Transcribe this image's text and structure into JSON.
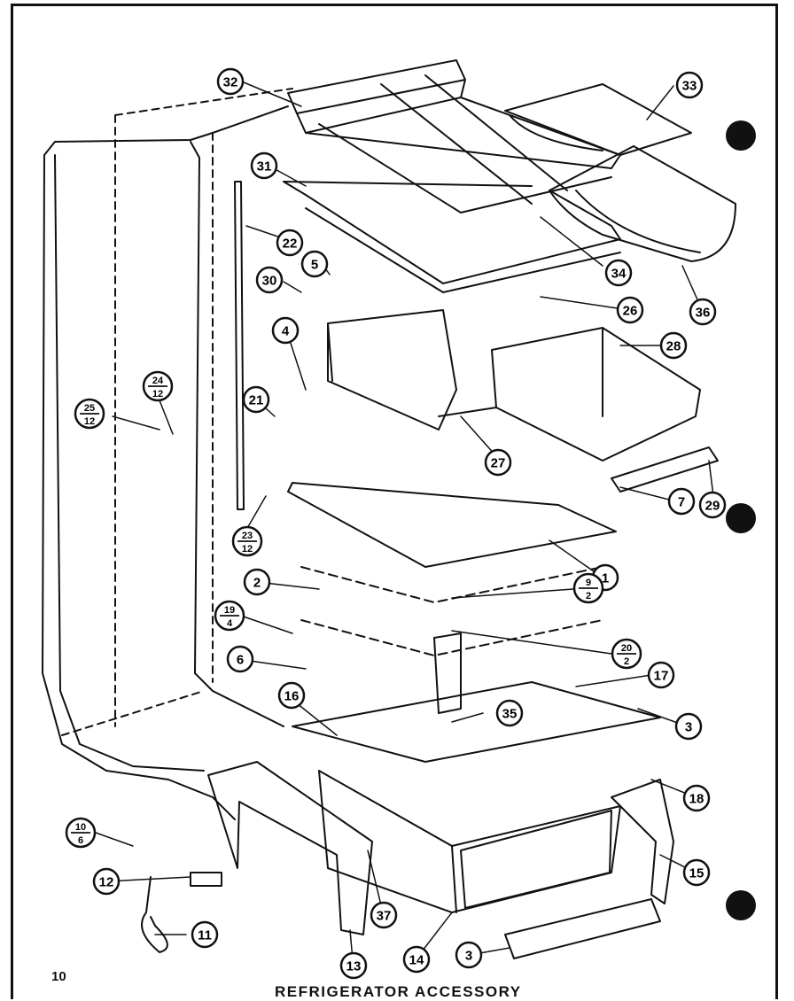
{
  "page_number": "10",
  "caption": "REFRIGERATOR ACCESSORY",
  "callouts": [
    {
      "label": "32"
    },
    {
      "label": "33"
    },
    {
      "label": "31"
    },
    {
      "label": "22"
    },
    {
      "label": "34"
    },
    {
      "label": "36"
    },
    {
      "label": "5"
    },
    {
      "label": "30"
    },
    {
      "label": "26"
    },
    {
      "label": "4"
    },
    {
      "label": "28"
    },
    {
      "label": "21"
    },
    {
      "label": "27"
    },
    {
      "label": "7"
    },
    {
      "label": "29"
    },
    {
      "label": "1"
    },
    {
      "label": "2"
    },
    {
      "label": "6"
    },
    {
      "label": "16"
    },
    {
      "label": "17"
    },
    {
      "label": "3"
    },
    {
      "label": "35"
    },
    {
      "label": "18"
    },
    {
      "label": "15"
    },
    {
      "label": "12"
    },
    {
      "label": "11"
    },
    {
      "label": "37"
    },
    {
      "label": "13"
    },
    {
      "label": "14"
    },
    {
      "label": "3"
    }
  ],
  "fraction_callouts": [
    {
      "numerator": "24",
      "denominator": "12"
    },
    {
      "numerator": "25",
      "denominator": "12"
    },
    {
      "numerator": "23",
      "denominator": "12"
    },
    {
      "numerator": "9",
      "denominator": "2"
    },
    {
      "numerator": "19",
      "denominator": "4"
    },
    {
      "numerator": "20",
      "denominator": "2"
    },
    {
      "numerator": "10",
      "denominator": "6"
    }
  ]
}
